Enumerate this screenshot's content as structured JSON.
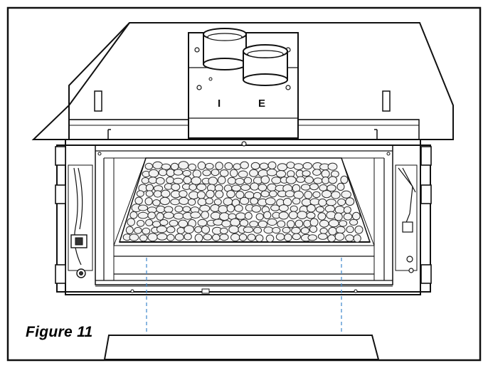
{
  "figure": {
    "caption": "Figure 11",
    "inlet_labels": [
      "I",
      "E"
    ],
    "colors": {
      "line": "#111111",
      "guide": "#4a8fd0",
      "stone_fill": "#f2f2f2",
      "stone_shadow": "#2a2a2a",
      "background": "#ffffff"
    },
    "icons": [
      "fireplace-unit",
      "vent-collar",
      "ember-stones",
      "glass-panel",
      "guide-line"
    ]
  }
}
